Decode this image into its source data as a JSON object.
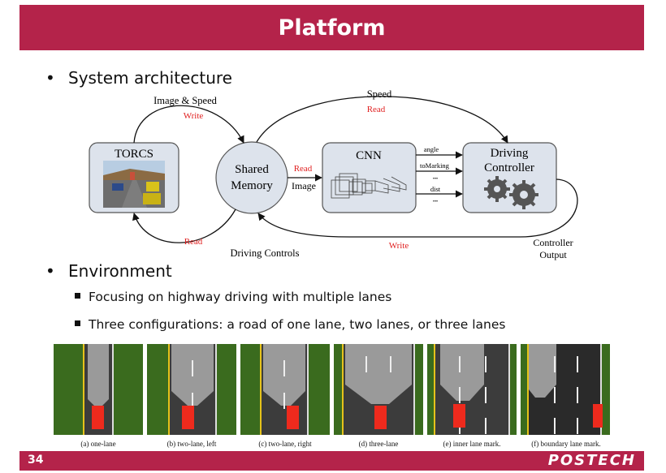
{
  "slide": {
    "title": "Platform",
    "page_number": "34",
    "logo_text": "POSTECH"
  },
  "bullets": {
    "system_architecture": "System architecture",
    "environment": "Environment",
    "env_items": [
      "Focusing on highway driving with multiple lanes",
      "Three configurations: a road of one lane, two lanes, or three lanes"
    ]
  },
  "diagram": {
    "nodes": {
      "torcs": "TORCS",
      "shared_memory_line1": "Shared",
      "shared_memory_line2": "Memory",
      "cnn": "CNN",
      "driving_controller_line1": "Driving",
      "driving_controller_line2": "Controller"
    },
    "edges": {
      "image_speed": "Image & Speed",
      "write_top": "Write",
      "speed": "Speed",
      "read_top": "Read",
      "read_mid": "Read",
      "image": "Image",
      "angle": "angle",
      "tomarking": "toMarking",
      "dots1": "•••",
      "dist": "dist",
      "dots2": "•••",
      "read_bottom": "Read",
      "driving_controls": "Driving Controls",
      "write_bottom": "Write",
      "controller_output_line1": "Controller",
      "controller_output_line2": "Output"
    },
    "colors": {
      "accent_red": "#e02020",
      "node_fill": "#dde3ec",
      "node_stroke": "#555555"
    }
  },
  "configurations": [
    {
      "caption": "(a) one-lane"
    },
    {
      "caption": "(b) two-lane, left"
    },
    {
      "caption": "(c) two-lane, right"
    },
    {
      "caption": "(d) three-lane"
    },
    {
      "caption": "(e) inner lane mark."
    },
    {
      "caption": "(f) boundary lane mark."
    }
  ],
  "colors": {
    "brand": "#b4234a",
    "grass": "#3a6b1e",
    "road": "#3c3c3c",
    "car": "#ee2a1d"
  }
}
